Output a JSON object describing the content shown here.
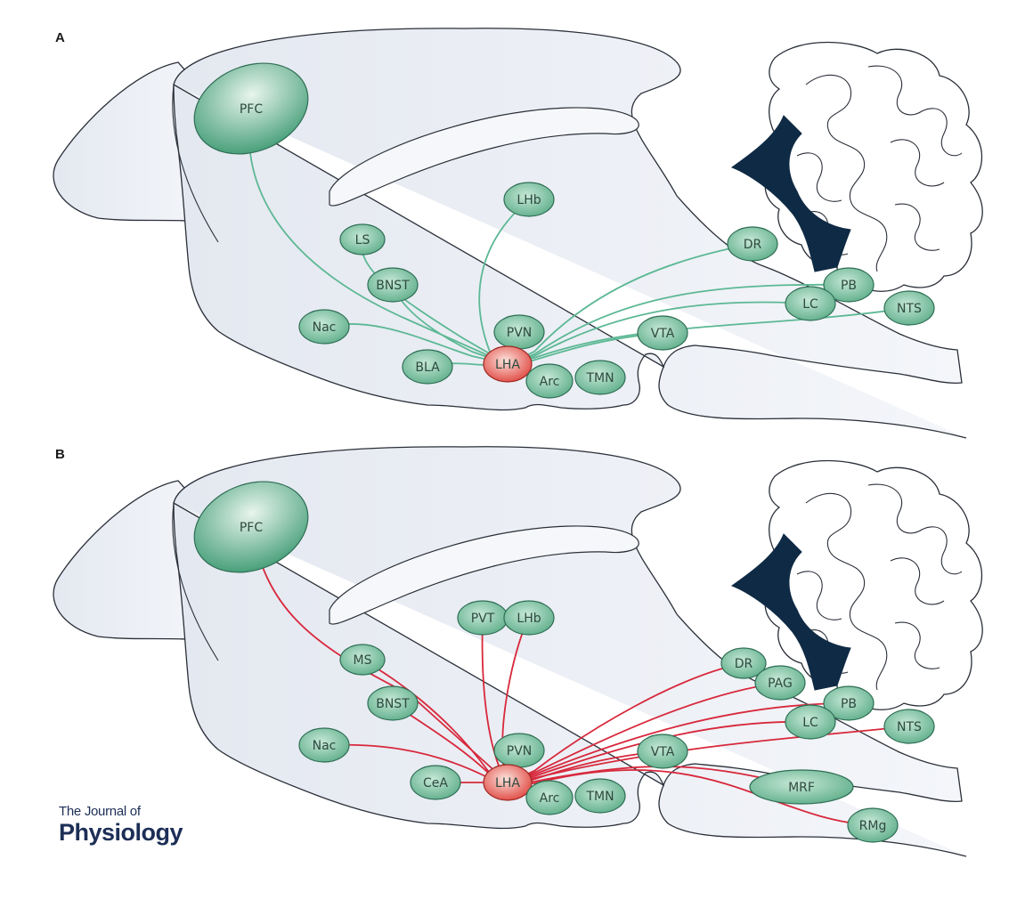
{
  "panels": [
    {
      "label": "A",
      "connection_color": "#5cb894",
      "nodes": [
        {
          "id": "PFC",
          "label": "PFC"
        },
        {
          "id": "LS",
          "label": "LS"
        },
        {
          "id": "BNST",
          "label": "BNST"
        },
        {
          "id": "Nac",
          "label": "Nac"
        },
        {
          "id": "BLA",
          "label": "BLA"
        },
        {
          "id": "LHb",
          "label": "LHb"
        },
        {
          "id": "PVN",
          "label": "PVN"
        },
        {
          "id": "LHA",
          "label": "LHA"
        },
        {
          "id": "Arc",
          "label": "Arc"
        },
        {
          "id": "TMN",
          "label": "TMN"
        },
        {
          "id": "VTA",
          "label": "VTA"
        },
        {
          "id": "DR",
          "label": "DR"
        },
        {
          "id": "PB",
          "label": "PB"
        },
        {
          "id": "LC",
          "label": "LC"
        },
        {
          "id": "NTS",
          "label": "NTS"
        }
      ],
      "connections": [
        [
          "LHA",
          "PFC"
        ],
        [
          "LHA",
          "LS"
        ],
        [
          "LHA",
          "BNST"
        ],
        [
          "LHA",
          "Nac"
        ],
        [
          "LHA",
          "BLA"
        ],
        [
          "LHA",
          "LHb"
        ],
        [
          "LHA",
          "DR"
        ],
        [
          "LHA",
          "PB"
        ],
        [
          "LHA",
          "LC"
        ],
        [
          "LHA",
          "NTS"
        ],
        [
          "LHA",
          "VTA"
        ]
      ]
    },
    {
      "label": "B",
      "connection_color": "#d8283c",
      "nodes": [
        {
          "id": "PFC",
          "label": "PFC"
        },
        {
          "id": "MS",
          "label": "MS"
        },
        {
          "id": "BNST",
          "label": "BNST"
        },
        {
          "id": "Nac",
          "label": "Nac"
        },
        {
          "id": "CeA",
          "label": "CeA"
        },
        {
          "id": "PVT",
          "label": "PVT"
        },
        {
          "id": "LHb",
          "label": "LHb"
        },
        {
          "id": "PVN",
          "label": "PVN"
        },
        {
          "id": "LHA",
          "label": "LHA"
        },
        {
          "id": "Arc",
          "label": "Arc"
        },
        {
          "id": "TMN",
          "label": "TMN"
        },
        {
          "id": "VTA",
          "label": "VTA"
        },
        {
          "id": "DR",
          "label": "DR"
        },
        {
          "id": "PAG",
          "label": "PAG"
        },
        {
          "id": "PB",
          "label": "PB"
        },
        {
          "id": "LC",
          "label": "LC"
        },
        {
          "id": "NTS",
          "label": "NTS"
        },
        {
          "id": "MRF",
          "label": "MRF"
        },
        {
          "id": "RMg",
          "label": "RMg"
        }
      ],
      "connections": [
        [
          "LHA",
          "PFC"
        ],
        [
          "LHA",
          "MS"
        ],
        [
          "LHA",
          "BNST"
        ],
        [
          "LHA",
          "Nac"
        ],
        [
          "LHA",
          "CeA"
        ],
        [
          "LHA",
          "PVT"
        ],
        [
          "LHA",
          "LHb"
        ],
        [
          "LHA",
          "DR"
        ],
        [
          "LHA",
          "PAG"
        ],
        [
          "LHA",
          "PB"
        ],
        [
          "LHA",
          "LC"
        ],
        [
          "LHA",
          "NTS"
        ],
        [
          "LHA",
          "VTA"
        ],
        [
          "LHA",
          "MRF"
        ],
        [
          "LHA",
          "RMg"
        ]
      ]
    }
  ],
  "colors": {
    "node_fill": "#7cc4a4",
    "node_stroke": "#2e6e55",
    "hub_fill": "#e8504a",
    "ventricle": "#0f2a44",
    "brain_fill": "#eef1f6",
    "outline": "#2a2f38"
  },
  "journal": {
    "line1": "The Journal of",
    "line2": "Physiology"
  }
}
